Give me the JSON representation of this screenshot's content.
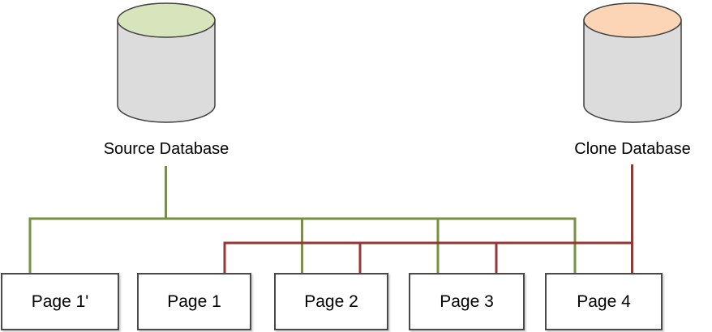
{
  "colors": {
    "source_line": "#76923c",
    "clone_line": "#953734",
    "db_body": "#dcdcdc",
    "db_outline": "#3f3f3f",
    "source_db_top": "#d7e4bc",
    "clone_db_top": "#fbd5b5",
    "box_border": "#4a4a4a",
    "text": "#000000"
  },
  "nodes": {
    "source_db": {
      "label": "Source Database",
      "type": "database-cylinder",
      "top_color": "#d7e4bc"
    },
    "clone_db": {
      "label": "Clone Database",
      "type": "database-cylinder",
      "top_color": "#fbd5b5"
    },
    "pages": [
      {
        "label": "Page 1'"
      },
      {
        "label": "Page 1"
      },
      {
        "label": "Page 2"
      },
      {
        "label": "Page 3"
      },
      {
        "label": "Page 4"
      }
    ]
  },
  "edges": [
    {
      "from": "Source Database",
      "to": "Page 1'",
      "color": "#76923c"
    },
    {
      "from": "Source Database",
      "to": "Page 2",
      "color": "#76923c"
    },
    {
      "from": "Source Database",
      "to": "Page 3",
      "color": "#76923c"
    },
    {
      "from": "Source Database",
      "to": "Page 4",
      "color": "#76923c"
    },
    {
      "from": "Clone Database",
      "to": "Page 1",
      "color": "#953734"
    },
    {
      "from": "Clone Database",
      "to": "Page 2",
      "color": "#953734"
    },
    {
      "from": "Clone Database",
      "to": "Page 3",
      "color": "#953734"
    },
    {
      "from": "Clone Database",
      "to": "Page 4",
      "color": "#953734"
    }
  ]
}
